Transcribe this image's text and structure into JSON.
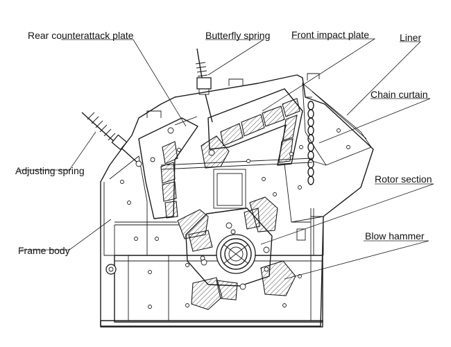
{
  "labels": {
    "rear_counterattack_plate": "Rear counterattack plate",
    "butterfly_spring": "Butterfly spring",
    "front_impact_plate": "Front impact plate",
    "liner": "Liner",
    "chain_curtain": "Chain curtain",
    "adjusting_spring": "Adjusting spring",
    "rotor_section": "Rotor section",
    "frame_body": "Frame body",
    "blow_hammer": "Blow hammer"
  },
  "colors": {
    "ink": "#1a1a1a",
    "background": "#ffffff"
  }
}
